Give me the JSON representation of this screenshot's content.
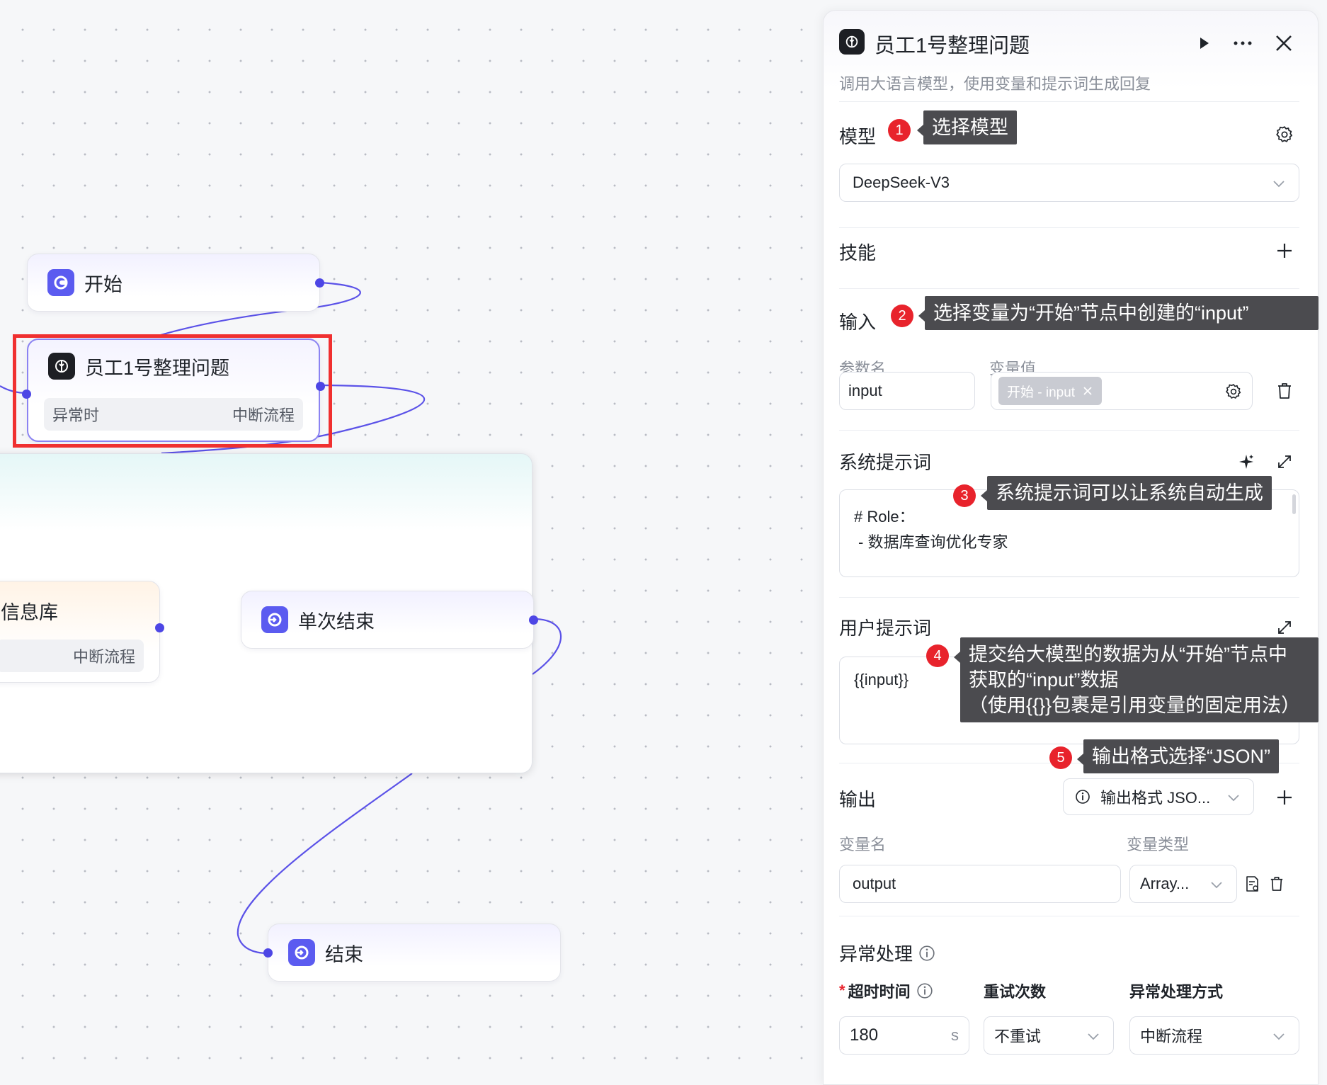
{
  "canvas": {
    "nodes": {
      "start": {
        "label": "开始"
      },
      "staff": {
        "label": "员工1号整理问题",
        "row_left": "异常时",
        "row_right": "中断流程"
      },
      "info": {
        "label": "信息库",
        "row_right": "中断流程"
      },
      "single_end": {
        "label": "单次结束"
      },
      "end": {
        "label": "结束"
      }
    }
  },
  "panel": {
    "title": "员工1号整理问题",
    "description": "调用大语言模型，使用变量和提示词生成回复",
    "model": {
      "title": "模型",
      "value": "DeepSeek-V3"
    },
    "skills": {
      "title": "技能"
    },
    "input": {
      "title": "输入",
      "param_label": "参数名",
      "value_label": "变量值",
      "param_value": "input",
      "tag": "开始 - input"
    },
    "system_prompt": {
      "title": "系统提示词",
      "line1": "# Role：",
      "line2": "- 数据库查询优化专家"
    },
    "user_prompt": {
      "title": "用户提示词",
      "text": "{{input}}"
    },
    "output": {
      "title": "输出",
      "format": "输出格式 JSO...",
      "var_name_label": "变量名",
      "var_type_label": "变量类型",
      "var_name": "output",
      "var_type": "Array..."
    },
    "exception": {
      "title": "异常处理",
      "timeout_label": "超时时间",
      "retry_label": "重试次数",
      "method_label": "异常处理方式",
      "timeout_value": "180",
      "timeout_unit": "s",
      "retry_value": "不重试",
      "method_value": "中断流程"
    }
  },
  "annotations": [
    {
      "num": "1",
      "text": "选择模型"
    },
    {
      "num": "2",
      "text": "选择变量为“开始”节点中创建的“input”"
    },
    {
      "num": "3",
      "text": "系统提示词可以让系统自动生成"
    },
    {
      "num": "4",
      "line1": "提交给大模型的数据为从“开始”节点中",
      "line2": "获取的“input”数据",
      "line3": "（使用{{}}包裹是引用变量的固定用法）"
    },
    {
      "num": "5",
      "text": "输出格式选择“JSON”"
    }
  ],
  "colors": {
    "accent": "#4d46e5",
    "highlight": "#f03030",
    "badge": "#e8232c",
    "tooltip": "#4b4b4f"
  }
}
